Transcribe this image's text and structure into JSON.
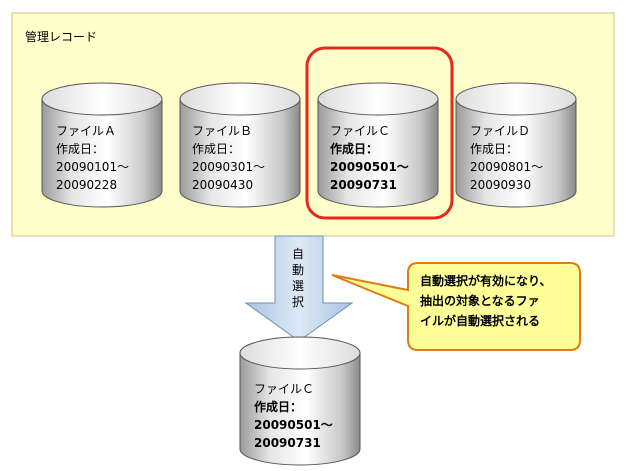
{
  "panel": {
    "title": "管理レコード",
    "background": "#ffffcc",
    "border": "#d4c27a"
  },
  "cylinders": [
    {
      "name": "ファイルＡ",
      "date_label": "作成日：",
      "start": "20090101～",
      "end": "20090228",
      "selected": false
    },
    {
      "name": "ファイルＢ",
      "date_label": "作成日：",
      "start": "20090301～",
      "end": "20090430",
      "selected": false
    },
    {
      "name": "ファイルＣ",
      "date_label": "作成日：",
      "start": "20090501～",
      "end": "20090731",
      "selected": true
    },
    {
      "name": "ファイルＤ",
      "date_label": "作成日：",
      "start": "20090801～",
      "end": "20090930",
      "selected": false
    }
  ],
  "highlight_color": "#e8261a",
  "arrow": {
    "chars": [
      "自",
      "動",
      "選",
      "択"
    ],
    "color": "#c6d9ef"
  },
  "callout": {
    "lines": [
      "自動選択が有効になり、",
      "抽出の対象となるファ",
      "イルが自動選択される"
    ],
    "fill": "#ffff99",
    "border": "#e07b12"
  },
  "result": {
    "name": "ファイルＣ",
    "date_label": "作成日：",
    "start": "20090501～",
    "end": "20090731"
  }
}
